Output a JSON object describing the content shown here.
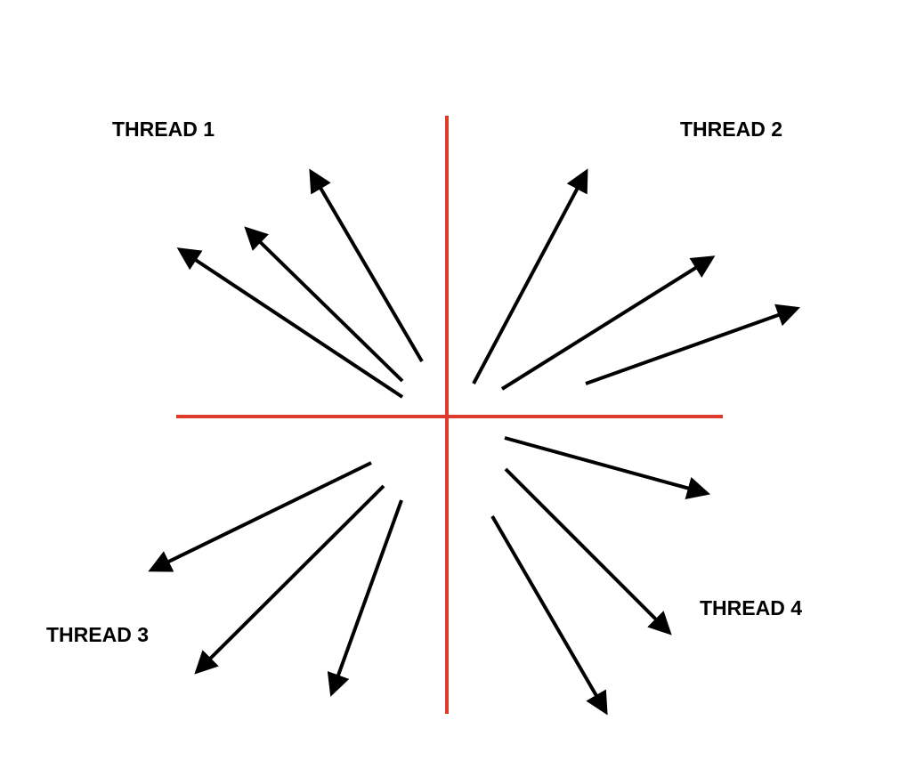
{
  "labels": {
    "thread1": "THREAD 1",
    "thread2": "THREAD 2",
    "thread3": "THREAD 3",
    "thread4": "THREAD 4"
  },
  "colors": {
    "axis": "#dc3a2a",
    "arrow": "#000000",
    "background": "#ffffff"
  }
}
